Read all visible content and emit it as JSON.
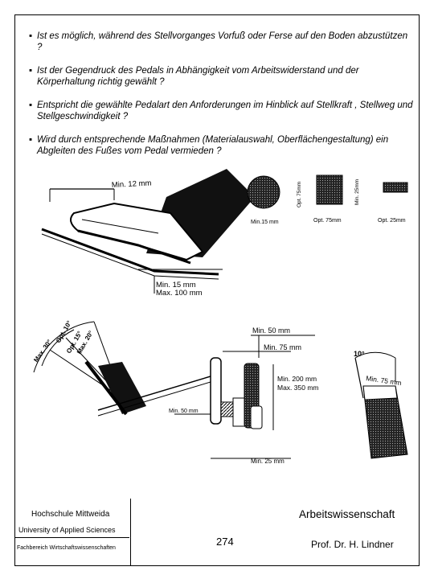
{
  "questions": [
    "Ist es möglich, während des Stellvorganges Vorfuß oder Ferse auf den Boden abzustützen ?",
    "Ist der Gegendruck des Pedals in Abhängigkeit vom Arbeitswiderstand und der Körperhaltung richtig gewählt ?",
    "Entspricht die gewählte Pedalart den Anforderungen im Hinblick auf Stellkraft , Stellweg und Stellgeschwindigkeit ?",
    "Wird durch entsprechende Maßnahmen (Materialauswahl, Oberflächengestaltung) ein  Abgleiten des Fußes vom Pedal vermieden ?"
  ],
  "figure_labels": {
    "min12": "Min. 12 mm",
    "min15_top": "Min.15 mm",
    "opt75_a": "Opt. 75mm",
    "opt75_b": "Opt. 75mm",
    "opt25": "Opt. 25mm",
    "min25": "Min. 25mm",
    "min15_max100_a": "Min. 15 mm",
    "min15_max100_b": "Max. 100 mm",
    "min50": "Min. 50 mm",
    "min75_a": "Min. 75 mm",
    "ten_deg": "10°",
    "min75_b": "Min. 75 mm",
    "min200": "Min. 200 mm",
    "max350": "Max. 350 mm",
    "min50_side": "Min. 50 mm",
    "min25_bottom": "Min. 25 mm",
    "opt10": "Opt. 10°",
    "opt15": "Opt. 15°",
    "max30": "Max. 30°",
    "max20": "Max. 20°"
  },
  "footer": {
    "university": "Hochschule Mittweida",
    "university_en": "University of Applied Sciences",
    "faculty": "Fachbereich Wirtschaftswissenschaften",
    "title": "Arbeitswissenschaft",
    "page": "274",
    "professor": "Prof. Dr. H. Lindner"
  }
}
